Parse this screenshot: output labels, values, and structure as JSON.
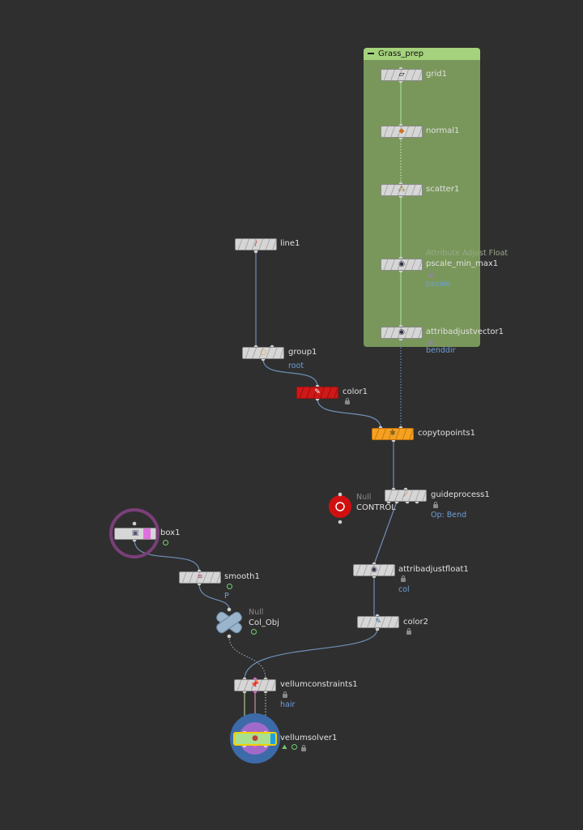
{
  "network_box": {
    "title": "Grass_prep"
  },
  "nodes": {
    "grid1": {
      "name": "grid1"
    },
    "normal1": {
      "name": "normal1"
    },
    "scatter1": {
      "name": "scatter1"
    },
    "pscale": {
      "type": "Attribute Adjust Float",
      "name": "pscale_min_max1",
      "comment": "pscale"
    },
    "vector": {
      "name": "attribadjustvector1",
      "comment": "benddir"
    },
    "line1": {
      "name": "line1"
    },
    "group1": {
      "name": "group1",
      "comment": "root"
    },
    "color1": {
      "name": "color1"
    },
    "copytopoints1": {
      "name": "copytopoints1"
    },
    "guideprocess1": {
      "name": "guideprocess1",
      "comment": "Op: Bend"
    },
    "control": {
      "type": "Null",
      "name": "CONTROL"
    },
    "box1": {
      "name": "box1"
    },
    "smooth1": {
      "name": "smooth1",
      "comment": "P"
    },
    "colobj": {
      "type": "Null",
      "name": "Col_Obj"
    },
    "attribadjustfloat1": {
      "name": "attribadjustfloat1",
      "comment": "col"
    },
    "color2": {
      "name": "color2"
    },
    "vellumconstraints1": {
      "name": "vellumconstraints1",
      "comment": "hair"
    },
    "vellumsolver1": {
      "name": "vellumsolver1"
    }
  },
  "colors": {
    "background": "#2f2f2f",
    "netbox": "#79975a",
    "wire": "#6f8fb8",
    "selected": "#f0d000"
  }
}
